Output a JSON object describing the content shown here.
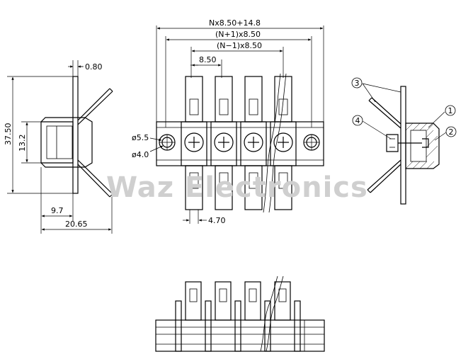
{
  "watermark": "Waz Electronics",
  "front_view": {
    "dim_total": "Nx8.50+14.8",
    "dim_n_plus_1": "(N+1)x8.50",
    "dim_n_minus_1": "(N−1)x8.50",
    "dim_pitch": "8.50",
    "dim_hole_outer": "ø5.5",
    "dim_hole_inner": "ø4.0",
    "dim_tab": "4.70"
  },
  "side_view": {
    "dim_thickness": "0.80",
    "dim_height": "37.50",
    "dim_body": "13.2",
    "dim_depth_inner": "9.7",
    "dim_depth_total": "20.65"
  },
  "section_view": {
    "callouts": [
      "1",
      "2",
      "3",
      "4"
    ]
  }
}
